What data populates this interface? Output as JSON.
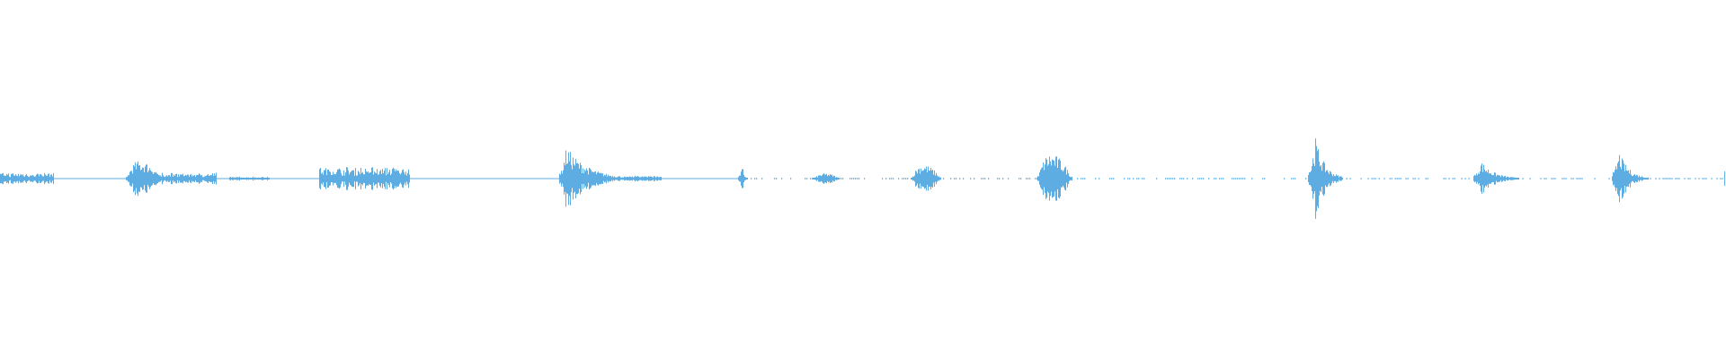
{
  "chart_data": {
    "type": "waveform",
    "color": "#5dade2",
    "background": "#ffffff",
    "time_range": [
      0,
      1
    ],
    "amplitude_range": [
      -1,
      1
    ],
    "grid": false,
    "baseline": true,
    "bursts": [
      {
        "start": 0.0,
        "end": 0.031,
        "peak_at": 0.01,
        "peak": 0.035,
        "shape": "flat"
      },
      {
        "start": 0.073,
        "end": 0.094,
        "peak_at": 0.08,
        "peak": 0.1,
        "shape": "swell"
      },
      {
        "start": 0.094,
        "end": 0.125,
        "peak_at": 0.11,
        "peak": 0.035,
        "shape": "flat"
      },
      {
        "start": 0.133,
        "end": 0.156,
        "peak_at": 0.142,
        "peak": 0.012,
        "shape": "flat"
      },
      {
        "start": 0.185,
        "end": 0.237,
        "peak_at": 0.205,
        "peak": 0.07,
        "shape": "flat"
      },
      {
        "start": 0.324,
        "end": 0.365,
        "peak_at": 0.328,
        "peak": 0.18,
        "shape": "attack"
      },
      {
        "start": 0.365,
        "end": 0.383,
        "peak_at": 0.37,
        "peak": 0.02,
        "shape": "flat"
      },
      {
        "start": 0.428,
        "end": 0.433,
        "peak_at": 0.43,
        "peak": 0.07,
        "shape": "attack"
      },
      {
        "start": 0.471,
        "end": 0.486,
        "peak_at": 0.478,
        "peak": 0.03,
        "shape": "swell"
      },
      {
        "start": 0.528,
        "end": 0.545,
        "peak_at": 0.534,
        "peak": 0.08,
        "shape": "swell"
      },
      {
        "start": 0.601,
        "end": 0.621,
        "peak_at": 0.608,
        "peak": 0.14,
        "shape": "swell"
      },
      {
        "start": 0.758,
        "end": 0.778,
        "peak_at": 0.762,
        "peak": 0.23,
        "shape": "attack"
      },
      {
        "start": 0.854,
        "end": 0.88,
        "peak_at": 0.858,
        "peak": 0.1,
        "shape": "attack"
      },
      {
        "start": 0.934,
        "end": 0.955,
        "peak_at": 0.938,
        "peak": 0.15,
        "shape": "attack"
      }
    ],
    "sparse_regions": [
      {
        "start": 0.435,
        "end": 0.6
      },
      {
        "start": 0.622,
        "end": 0.757
      },
      {
        "start": 0.78,
        "end": 0.853
      },
      {
        "start": 0.881,
        "end": 0.933
      },
      {
        "start": 0.956,
        "end": 0.999
      }
    ],
    "end_marker": 0.999
  }
}
